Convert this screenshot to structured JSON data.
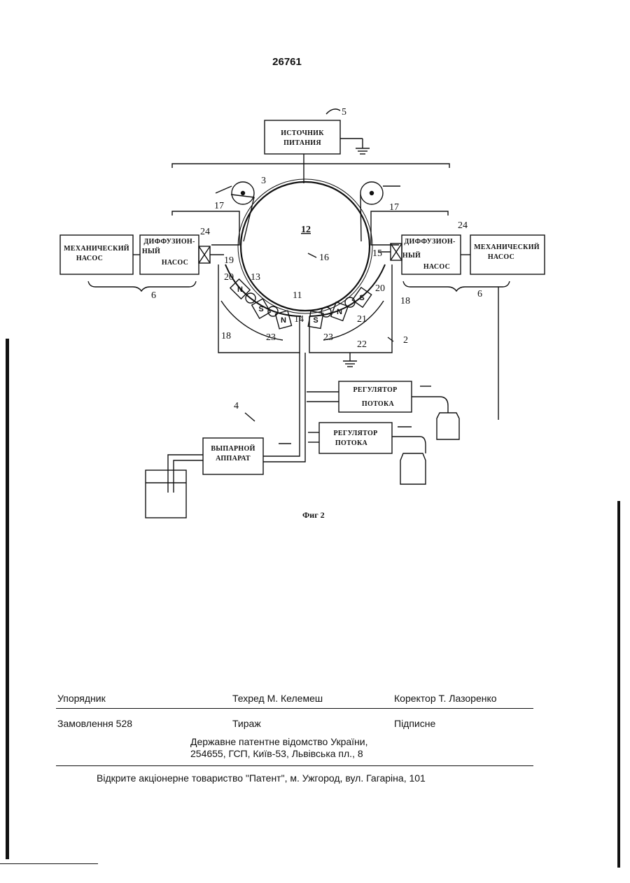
{
  "page": {
    "number": "26761"
  },
  "figure": {
    "caption": "Фиг 2",
    "blocks": {
      "power_source_line1": "ИСТОЧНИК",
      "power_source_line2": "ПИТАНИЯ",
      "mech_pump_left_line1": "МЕХАНИЧЕСКИЙ",
      "mech_pump_left_line2": "НАСОС",
      "diff_pump_left_line1": "ДИФФУЗИОН-",
      "diff_pump_left_line2": "НЫЙ",
      "diff_pump_left_line3": "НАСОС",
      "diff_pump_right_line1": "ДИФФУЗИОН-",
      "diff_pump_right_line2": "НЫЙ",
      "diff_pump_right_line3": "НАСОС",
      "mech_pump_right_line1": "МЕХАНИЧЕСКИЙ",
      "mech_pump_right_line2": "НАСОС",
      "flow_reg_1_line1": "РЕГУЛЯТОР",
      "flow_reg_1_line2": "ПОТОКА",
      "flow_reg_2_line1": "РЕГУЛЯТОР",
      "flow_reg_2_line2": "ПОТОКА",
      "evaporator_line1": "ВЫПАРНОЙ",
      "evaporator_line2": "АППАРАТ"
    },
    "reference_numbers": {
      "r5": "5",
      "r3": "3",
      "r17_left": "17",
      "r17_right": "17",
      "r24_left": "24",
      "r24_right": "24",
      "r12": "12",
      "r16": "16",
      "r6_left": "6",
      "r6_right": "6",
      "r19": "19",
      "r15": "15",
      "r20_left": "20",
      "r20_right": "20",
      "r13": "13",
      "r11": "11",
      "r14": "14",
      "r18_left": "18",
      "r18_right": "18",
      "r21": "21",
      "r23_left": "23",
      "r23_right": "23",
      "r22": "22",
      "r2": "2",
      "r4": "4"
    },
    "magnets": [
      "N",
      "S",
      "N",
      "S",
      "N",
      "S"
    ]
  },
  "footer": {
    "compiler_label": "Упорядник",
    "techred": "Техред М. Келемеш",
    "corrector": "Коректор Т. Лазоренко",
    "order": "Замовлення 528",
    "circulation": "Тираж",
    "subscription": "Підписне",
    "office_line1": "Державне патентне відомство України,",
    "office_line2": "254655, ГСП, Київ-53, Львівська пл., 8",
    "printer": "Відкрите акціонерне товариство \"Патент\", м. Ужгород, вул. Гагаріна, 101"
  }
}
